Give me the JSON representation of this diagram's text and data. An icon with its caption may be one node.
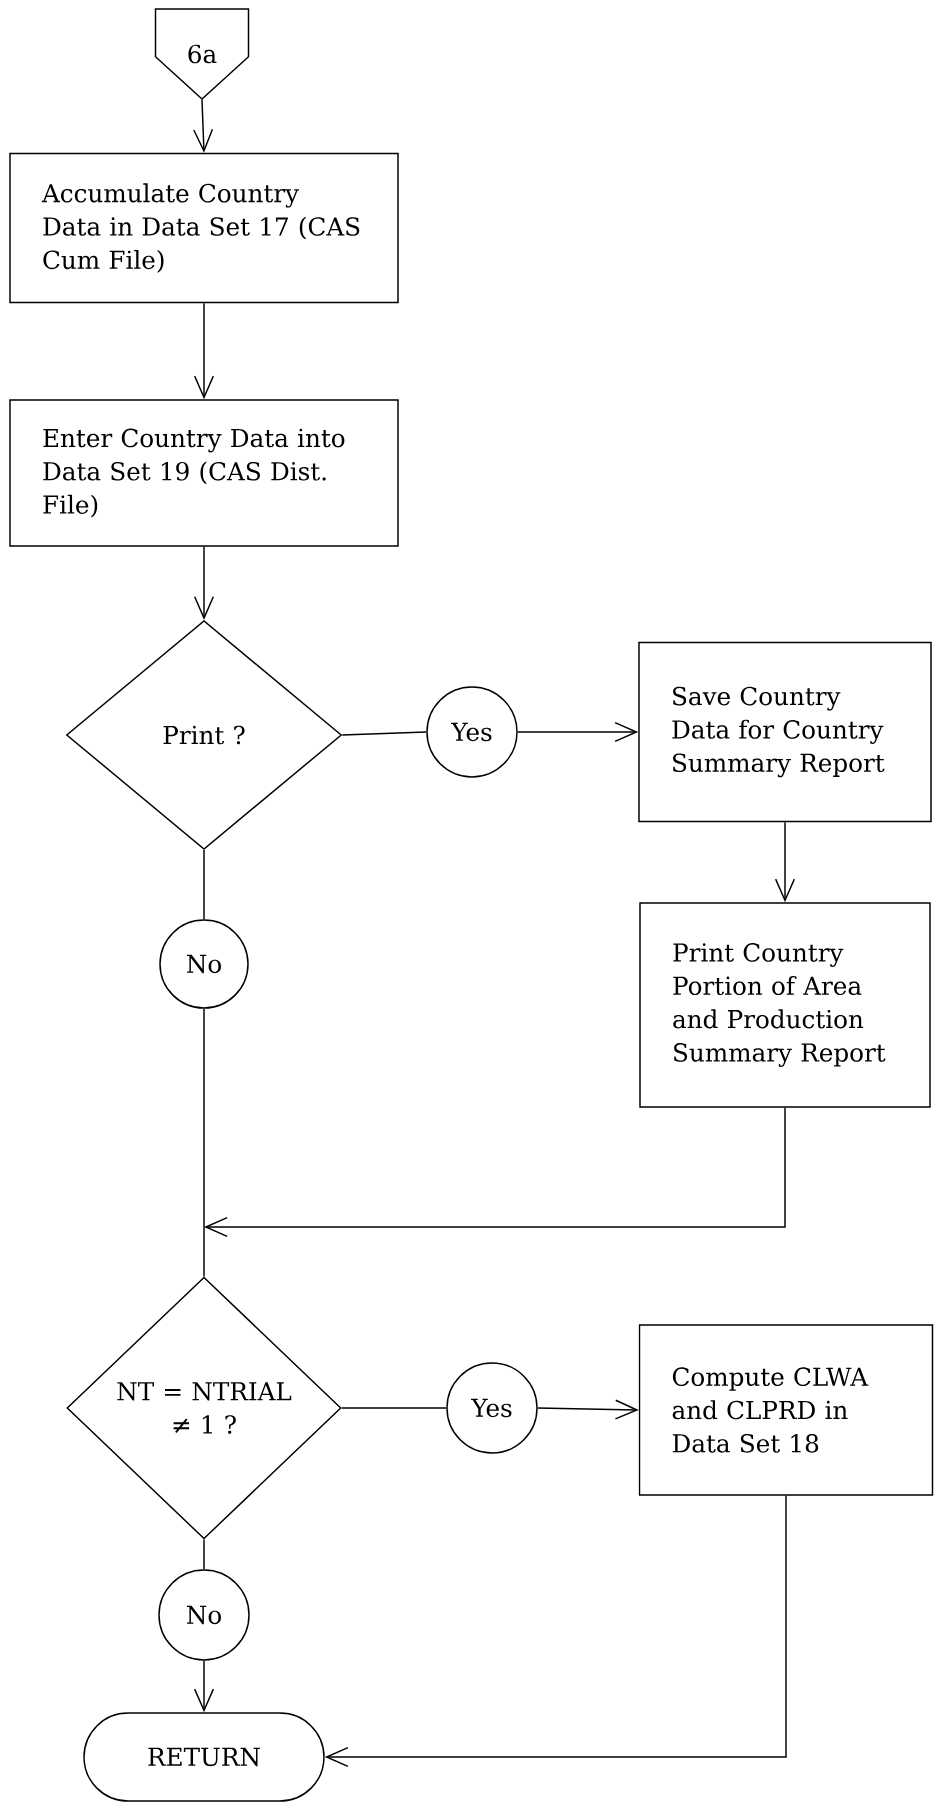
{
  "diagram": {
    "nodes": [
      {
        "text": [
          "6a"
        ]
      },
      {
        "text": [
          "Accumulate Country Data in Data Set 17 (CAS Cum File)"
        ]
      },
      {
        "text": [
          "Enter Country Data into Data Set 19 (CAS Dist. File)"
        ]
      },
      {
        "text": [
          "Print ?"
        ]
      },
      {
        "text": [
          "Yes"
        ]
      },
      {
        "text": [
          "Save Country Data for Country Summary Report"
        ]
      },
      {
        "text": [
          "Print Country Portion of Area and Production Summary Report"
        ]
      },
      {
        "text": [
          "No"
        ]
      },
      {
        "text": [
          "NT = NTRIAL ≠ 1 ?"
        ]
      },
      {
        "text": [
          "Yes"
        ]
      },
      {
        "text": [
          "Compute CLWA and CLPRD in Data Set 18"
        ]
      },
      {
        "text": [
          "No"
        ]
      },
      {
        "text": [
          "RETURN"
        ]
      }
    ],
    "edges": [
      {
        "from": 0,
        "to": 1,
        "arrow": "to"
      },
      {
        "from": 1,
        "to": 2,
        "arrow": "to"
      },
      {
        "from": 2,
        "to": 3,
        "arrow": "to"
      },
      {
        "from": 3,
        "to": 4,
        "arrow": "none"
      },
      {
        "from": 4,
        "to": 5,
        "arrow": "to"
      },
      {
        "from": 5,
        "to": 6,
        "arrow": "to"
      },
      {
        "from": 3,
        "to": 7,
        "arrow": "none"
      },
      {
        "from": 7,
        "to": 8,
        "arrow": "none"
      },
      {
        "from": 6,
        "to": 8,
        "arrow": "to"
      },
      {
        "from": 8,
        "to": 9,
        "arrow": "none"
      },
      {
        "from": 9,
        "to": 10,
        "arrow": "to"
      },
      {
        "from": 8,
        "to": 11,
        "arrow": "none"
      },
      {
        "from": 11,
        "to": 12,
        "arrow": "to"
      },
      {
        "from": 10,
        "to": 12,
        "arrow": "to"
      }
    ]
  }
}
